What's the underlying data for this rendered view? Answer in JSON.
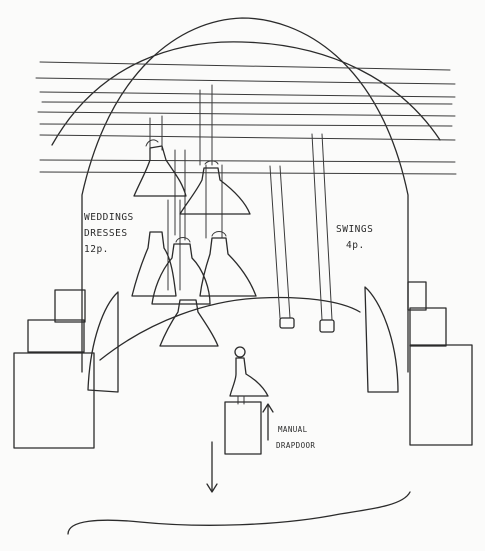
{
  "labels": {
    "weddings_line1": "WEDDINGS",
    "weddings_line2": "DRESSES",
    "weddings_line3": "12p.",
    "swings_line1": "SWINGS",
    "swings_line2": "4p.",
    "trapdoor_line1": "MANUAL",
    "trapdoor_line2": "DRAPDOOR"
  },
  "colors": {
    "ink": "#2b2b2b",
    "paper": "#fbfbfa"
  }
}
